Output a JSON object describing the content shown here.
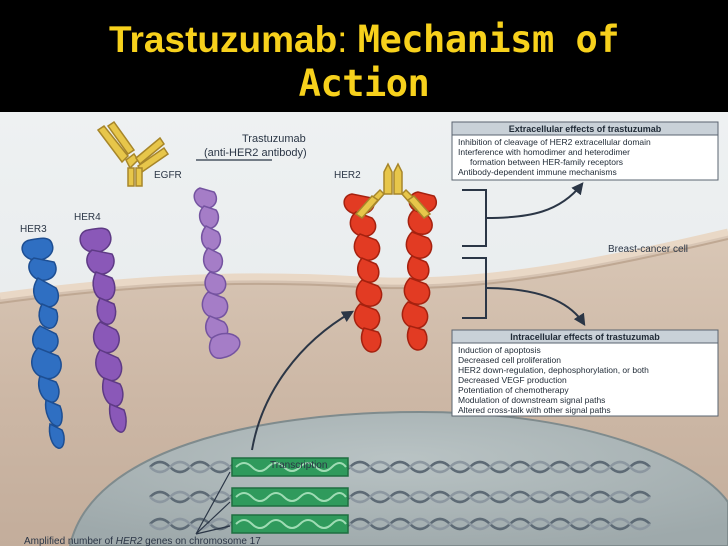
{
  "title": {
    "part1": "Trastuzumab",
    "separator": ":",
    "part2": "Mechanism of",
    "part3": "Action"
  },
  "labels": {
    "antibody": "Trastuzumab",
    "antibody_sub": "(anti-HER2 antibody)",
    "her3": "HER3",
    "her4": "HER4",
    "egfr": "EGFR",
    "her2": "HER2",
    "cell": "Breast-cancer cell",
    "transcription": "Transcription",
    "amplified_prefix": "Amplified number of ",
    "amplified_gene": "HER2",
    "amplified_suffix": " genes on chromosome 17"
  },
  "extracellular": {
    "heading": "Extracellular effects of trastuzumab",
    "items": [
      "Inhibition of cleavage of HER2 extracellular domain",
      "Interference with homodimer and heterodimer",
      "formation between HER-family receptors",
      "Antibody-dependent immune mechanisms"
    ]
  },
  "intracellular": {
    "heading": "Intracellular effects of trastuzumab",
    "items": [
      "Induction of apoptosis",
      "Decreased cell proliferation",
      "HER2 down-regulation, dephosphorylation, or both",
      "Decreased VEGF production",
      "Potentiation of chemotherapy",
      "Modulation of downstream signal paths",
      "Altered cross-talk with other signal paths"
    ]
  },
  "colors": {
    "title": "#f7d11c",
    "her3": "#2f6fc2",
    "her4": "#8a58b8",
    "egfr": "#a57dc7",
    "her2": "#e23b23",
    "antibody": "#e7c64a",
    "gene": "#2f9a5c"
  }
}
